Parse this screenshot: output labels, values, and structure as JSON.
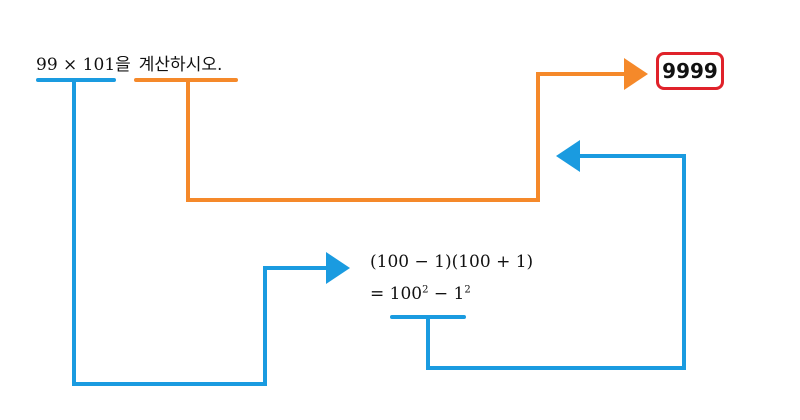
{
  "problem": {
    "expression": "99 × 101을",
    "instruction": "계산하시오."
  },
  "steps": {
    "line1": "(100 − 1)(100 + 1)",
    "line2_prefix": "= 100",
    "line2_exp1": "2",
    "line2_mid": " − 1",
    "line2_exp2": "2"
  },
  "answer": "9999",
  "colors": {
    "blue": "#1a9be0",
    "orange": "#f5892a",
    "red_box": "#e0222a"
  }
}
